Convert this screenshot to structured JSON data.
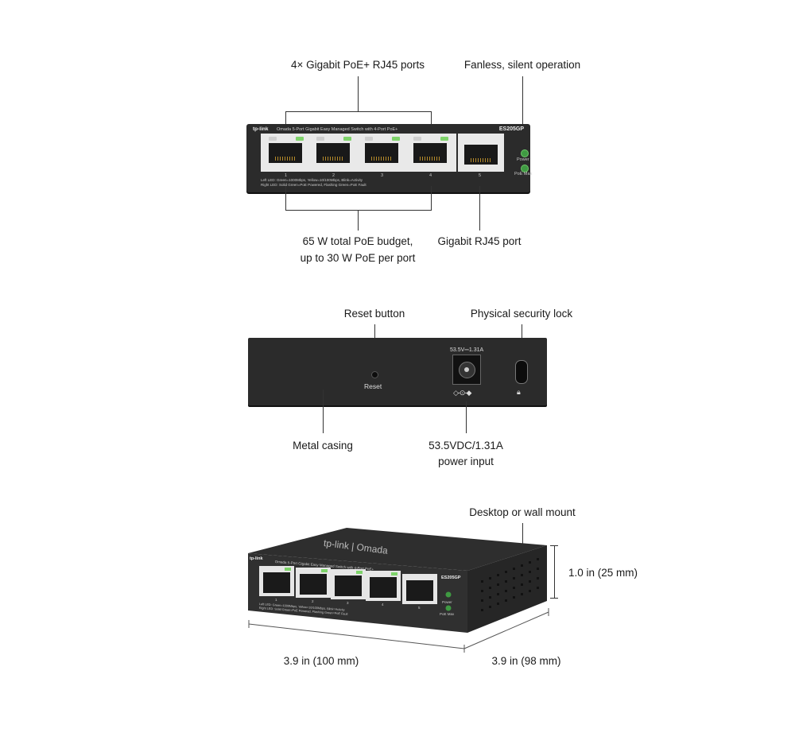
{
  "front_view": {
    "label_poe_ports": "4× Gigabit PoE+ RJ45 ports",
    "label_fanless": "Fanless, silent operation",
    "label_poe_budget_line1": "65 W total PoE budget,",
    "label_poe_budget_line2": "up to 30 W PoE per port",
    "label_rj45": "Gigabit RJ45 port",
    "device": {
      "brand": "tp-link",
      "description": "Omada 5-Port Gigabit Easy Managed Switch with 4-Port PoE+",
      "model": "ES205GP",
      "port_numbers": [
        "1",
        "2",
        "3",
        "4",
        "5"
      ],
      "led_power": "Power",
      "led_poe_max": "PoE Max",
      "led_legend_line1": "Left LED: Green=1000Mbps, Yellow=10/100Mbps, Blink=Activity",
      "led_legend_line2": "Right LED: Solid Green=PoE Powered, Flashing Green=PoE Fault"
    }
  },
  "rear_view": {
    "label_reset": "Reset button",
    "label_lock": "Physical security lock",
    "label_casing": "Metal casing",
    "label_power_line1": "53.5VDC/1.31A",
    "label_power_line2": "power input",
    "device": {
      "reset_text": "Reset",
      "power_rating": "53.5V⎓1.31A"
    }
  },
  "side_view": {
    "label_mount": "Desktop or wall mount",
    "label_height": "1.0 in (25 mm)",
    "label_width": "3.9 in (100 mm)",
    "label_depth": "3.9 in (98 mm)",
    "device": {
      "brand": "tp-link",
      "top_logo": "tp-link | Omada",
      "description": "Omada 5-Port Gigabit Easy Managed Switch with 4-Port PoE+",
      "model": "ES205GP",
      "port_numbers": [
        "1",
        "2",
        "3",
        "4",
        "5"
      ],
      "led_power": "Power",
      "led_poe_max": "PoE Max",
      "led_legend_line1": "Left LED: Green=1000Mbps, Yellow=10/100Mbps, Blink=Activity",
      "led_legend_line2": "Right LED: Solid Green=PoE Powered, Flashing Green=PoE Fault"
    }
  },
  "colors": {
    "chassis": "#2b2b2b",
    "port_frame": "#e9e9e9",
    "led_green": "#7ed36a",
    "leader_line": "#333333"
  }
}
